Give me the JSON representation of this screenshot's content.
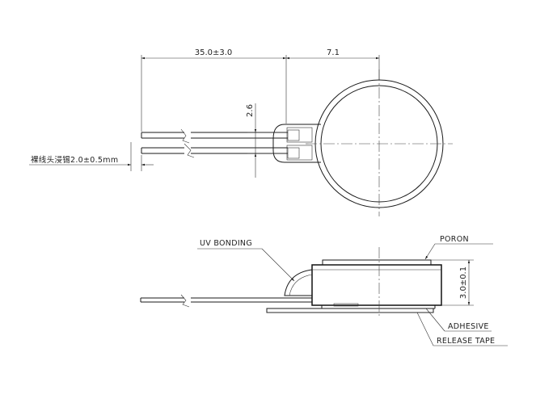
{
  "dimensions": {
    "lead_length": "35.0±3.0",
    "offset": "7.1",
    "pitch": "2.6",
    "strip_length": "裸线头浸锡2.0±0.5mm",
    "thickness": "3.0±0.1"
  },
  "callouts": {
    "uv_bonding": "UV BONDING",
    "poron": "PORON",
    "adhesive": "ADHESIVE",
    "release_tape": "RELEASE TAPE"
  }
}
